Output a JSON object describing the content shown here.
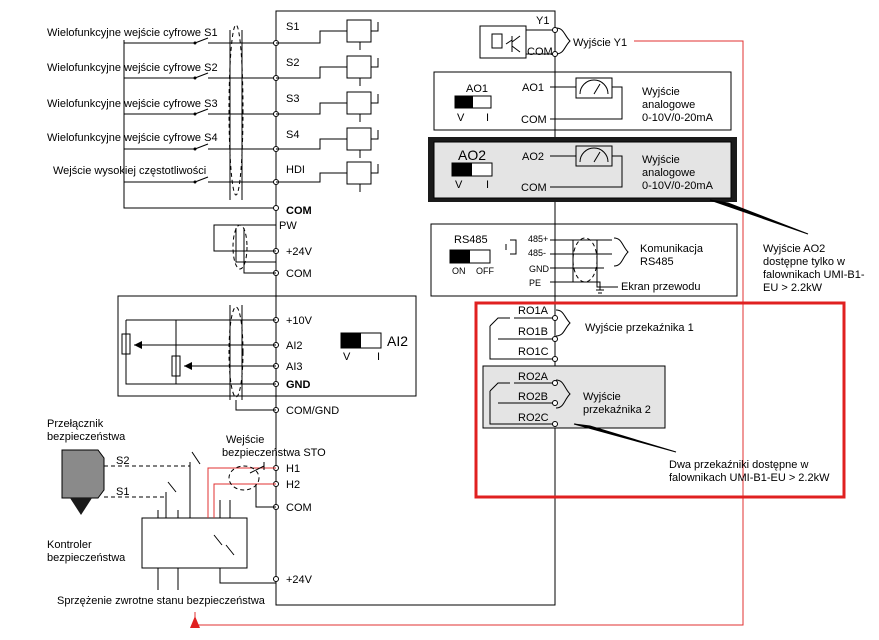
{
  "left_inputs": {
    "s1": "Wielofunkcyjne wejście cyfrowe S1",
    "s2": "Wielofunkcyjne wejście cyfrowe S2",
    "s3": "Wielofunkcyjne wejście cyfrowe S3",
    "s4": "Wielofunkcyjne wejście cyfrowe S4",
    "hdi": "Wejście wysokiej częstotliwości"
  },
  "terminals": {
    "s1": "S1",
    "s2": "S2",
    "s3": "S3",
    "s4": "S4",
    "hdi": "HDI",
    "com": "COM",
    "pw": "PW",
    "v24": "+24V",
    "com2": "COM",
    "v10": "+10V",
    "ai2": "AI2",
    "ai3": "AI3",
    "gnd": "GND",
    "comgnd": "COM/GND",
    "h1": "H1",
    "h2": "H2",
    "com3": "COM",
    "v24b": "+24V"
  },
  "y1": {
    "term": "Y1",
    "com": "COM",
    "label": "Wyjście Y1"
  },
  "ao1": {
    "name": "AO1",
    "term": "AO1",
    "com": "COM",
    "switch_v": "V",
    "switch_i": "I",
    "label_line1": "Wyjście",
    "label_line2": "analogowe",
    "label_line3": "0-10V/0-20mA"
  },
  "ao2": {
    "name": "AO2",
    "term": "AO2",
    "com": "COM",
    "switch_v": "V",
    "switch_i": "I",
    "label_line1": "Wyjście",
    "label_line2": "analogowe",
    "label_line3": "0-10V/0-20mA",
    "note_line1": "Wyjście AO2",
    "note_line2": "dostępne tylko w",
    "note_line3": "falownikach UMI-B1-",
    "note_line4": "EU > 2.2kW"
  },
  "rs485": {
    "name": "RS485",
    "on": "ON",
    "off": "OFF",
    "t_plus": "485+",
    "t_minus": "485-",
    "gnd": "GND",
    "pe": "PE",
    "comm_line1": "Komunikacja",
    "comm_line2": "RS485",
    "shield": "Ekran przewodu"
  },
  "ai2_switch": {
    "name": "AI2",
    "v": "V",
    "i": "I"
  },
  "relays": {
    "ro1a": "RO1A",
    "ro1b": "RO1B",
    "ro1c": "RO1C",
    "relay1": "Wyjście przekaźnika 1",
    "ro2a": "RO2A",
    "ro2b": "RO2B",
    "ro2c": "RO2C",
    "relay2_line1": "Wyjście",
    "relay2_line2": "przekaźnika 2",
    "note_line1": "Dwa przekaźniki dostępne w",
    "note_line2": "falownikach UMI-B1-EU > 2.2kW"
  },
  "safety": {
    "switch_line1": "Przełącznik",
    "switch_line2": "bezpieczeństwa",
    "s2": "S2",
    "s1": "S1",
    "controller_line1": "Kontroler",
    "controller_line2": "bezpieczeństwa",
    "sto_line1": "Wejście",
    "sto_line2": "bezpieczeństwa STO",
    "feedback": "Sprzężenie zwrotne stanu bezpieczeństwa"
  },
  "colors": {
    "highlight_red": "#e02020",
    "gray_fill": "#e4e4e4",
    "switch_fill": "#000000"
  }
}
